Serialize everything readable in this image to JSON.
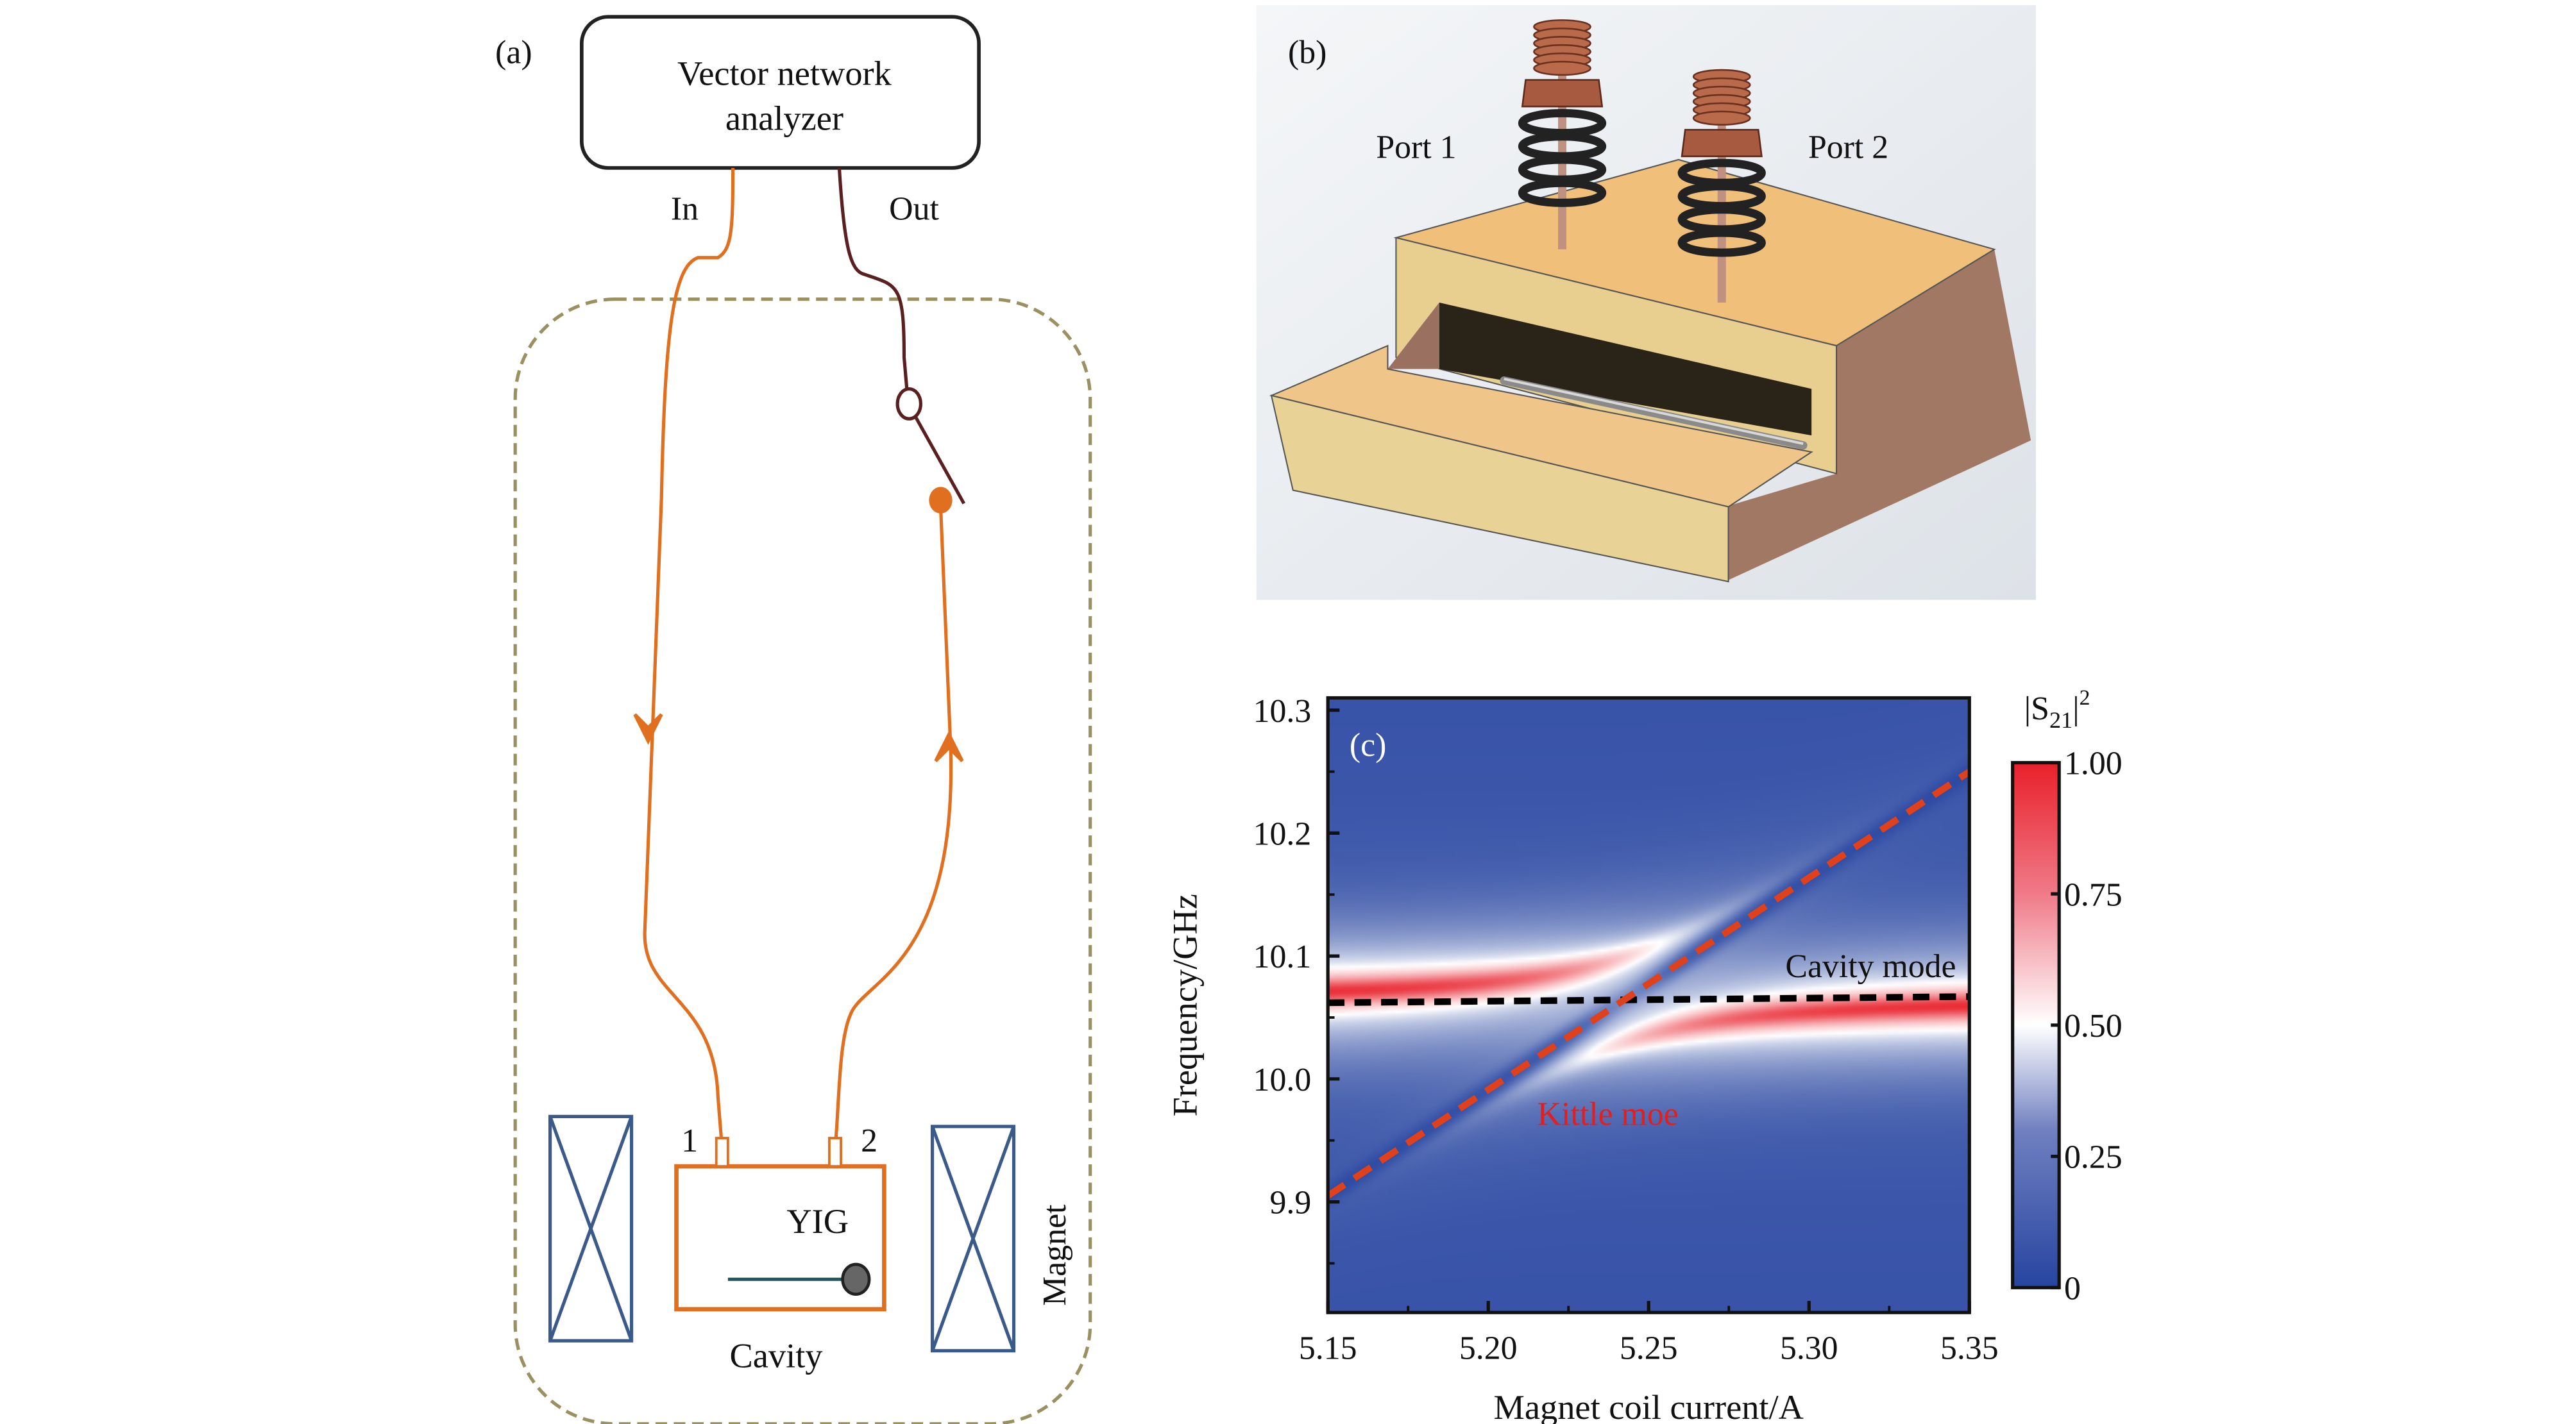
{
  "panel_a": {
    "label": "(a)",
    "vna_line1": "Vector network",
    "vna_line2": "analyzer",
    "in_label": "In",
    "out_label": "Out",
    "port1": "1",
    "port2": "2",
    "yig_label": "YIG",
    "cavity_label": "Cavity",
    "magnet_label": "Magnet",
    "colors": {
      "cable_in": "#e07020",
      "cable_out": "#5a2020",
      "magnet": "#3a5a8a",
      "enclosure": "#9a9060",
      "cavity": "#e07020"
    }
  },
  "panel_b": {
    "label": "(b)",
    "port1": "Port 1",
    "port2": "Port 2",
    "colors": {
      "block_top": "#f0c07a",
      "block_front": "#e8cf90",
      "block_side": "#a07864",
      "copper": "#b86a4a"
    }
  },
  "chart_data": {
    "type": "heatmap",
    "panel_label": "(c)",
    "xlabel": "Magnet coil current/A",
    "ylabel": "Frequency/GHz",
    "xlim": [
      5.15,
      5.35
    ],
    "ylim": [
      9.81,
      10.31
    ],
    "xticks": [
      5.15,
      5.2,
      5.25,
      5.3,
      5.35
    ],
    "xtick_labels": [
      "5.15",
      "5.20",
      "5.25",
      "5.30",
      "5.35"
    ],
    "yticks": [
      9.9,
      10.0,
      10.1,
      10.2,
      10.3
    ],
    "ytick_labels": [
      "9.9",
      "10.0",
      "10.1",
      "10.2",
      "10.3"
    ],
    "colorbar": {
      "title": "|S21|²",
      "title_main": "|S",
      "title_sub": "21",
      "title_sup": "2",
      "range": [
        0,
        1
      ],
      "ticks": [
        0,
        0.25,
        0.5,
        0.75,
        1.0
      ],
      "tick_labels": [
        "0",
        "0.25",
        "0.50",
        "0.75",
        "1.00"
      ],
      "colors": [
        "#2644a0",
        "#ffffff",
        "#e8202a"
      ]
    },
    "annotations": [
      {
        "text": "Cavity mode",
        "color": "#111111"
      },
      {
        "text": "Kittle moe",
        "color": "#e02020"
      }
    ],
    "cavity_mode_line": {
      "x": [
        5.15,
        5.35
      ],
      "y": [
        10.062,
        10.067
      ],
      "color": "#000000",
      "style": "dashed"
    },
    "kittel_mode_line": {
      "x": [
        5.15,
        5.35
      ],
      "y": [
        9.905,
        10.25
      ],
      "color": "#e0401a",
      "style": "dashed"
    },
    "coupling_model": {
      "cavity_freq": 10.065,
      "coupling_g": 0.035
    }
  }
}
